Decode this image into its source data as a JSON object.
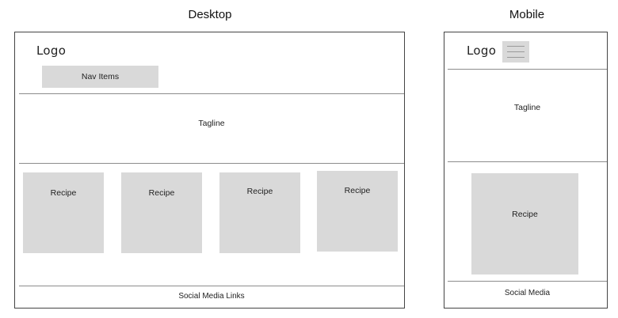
{
  "desktop": {
    "heading": "Desktop",
    "logo": "Logo",
    "nav_items": "Nav Items",
    "tagline": "Tagline",
    "recipes": [
      "Recipe",
      "Recipe",
      "Recipe",
      "Recipe"
    ],
    "footer": "Social Media Links"
  },
  "mobile": {
    "heading": "Mobile",
    "logo": "Logo",
    "menu_icon": "hamburger-menu-icon",
    "tagline": "Tagline",
    "recipe": "Recipe",
    "footer": "Social Media"
  }
}
